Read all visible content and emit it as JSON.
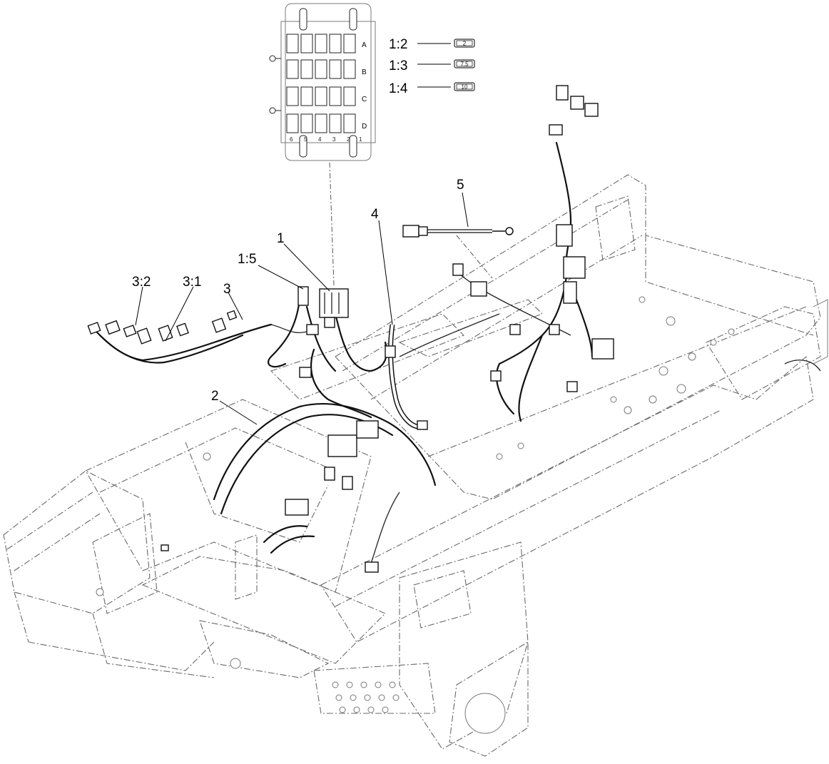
{
  "callouts": {
    "c1": "1",
    "c2": "2",
    "c3": "3",
    "c4": "4",
    "c5": "5",
    "c15": "1:5",
    "c31": "3:1",
    "c32": "3:2",
    "c12": "1:2",
    "c13": "1:3",
    "c14": "1:4"
  },
  "fuse_legend": {
    "f12": "2",
    "f13": "7.5",
    "f14": "10"
  },
  "fuse_block": {
    "row_letters": [
      "A",
      "B",
      "C",
      "D"
    ],
    "bottom_numbers": [
      "6",
      "5",
      "4",
      "3",
      "2",
      "1"
    ]
  },
  "icons": {
    "fuse_block": "fuse-block-icon",
    "frame": "chassis-frame-drawing",
    "cable": "battery-cable-icon"
  }
}
